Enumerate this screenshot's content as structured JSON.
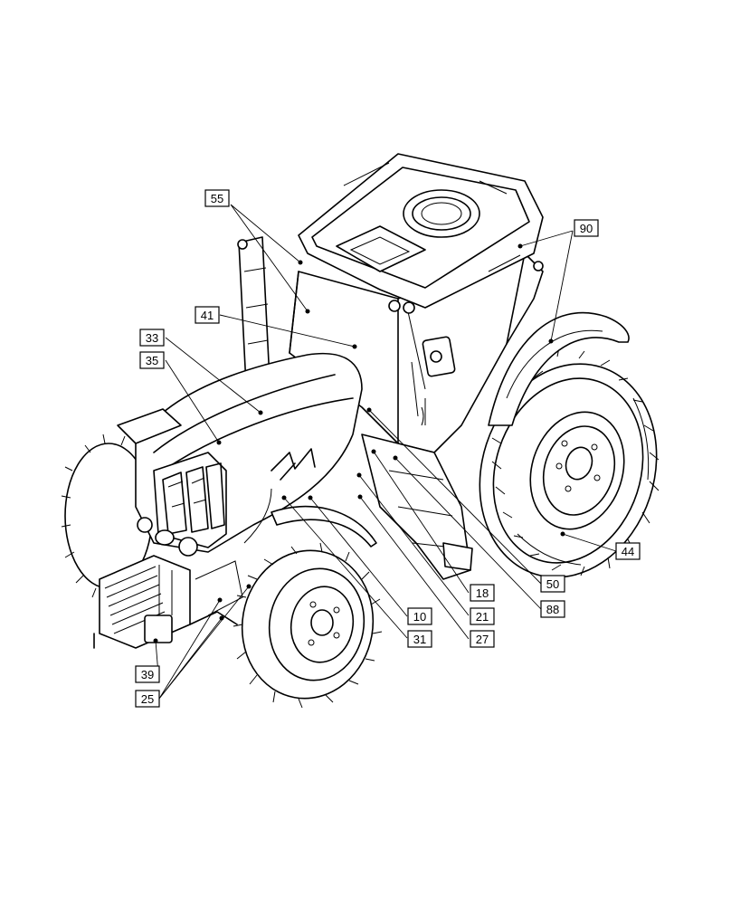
{
  "callouts": [
    {
      "id": "c55",
      "label": "55"
    },
    {
      "id": "c90",
      "label": "90"
    },
    {
      "id": "c41",
      "label": "41"
    },
    {
      "id": "c33",
      "label": "33"
    },
    {
      "id": "c35",
      "label": "35"
    },
    {
      "id": "c44",
      "label": "44"
    },
    {
      "id": "c50",
      "label": "50"
    },
    {
      "id": "c18",
      "label": "18"
    },
    {
      "id": "c88",
      "label": "88"
    },
    {
      "id": "c10",
      "label": "10"
    },
    {
      "id": "c21",
      "label": "21"
    },
    {
      "id": "c31",
      "label": "31"
    },
    {
      "id": "c27",
      "label": "27"
    },
    {
      "id": "c39",
      "label": "39"
    },
    {
      "id": "c25",
      "label": "25"
    }
  ],
  "colors": {
    "line": "#000000",
    "background": "#ffffff"
  }
}
